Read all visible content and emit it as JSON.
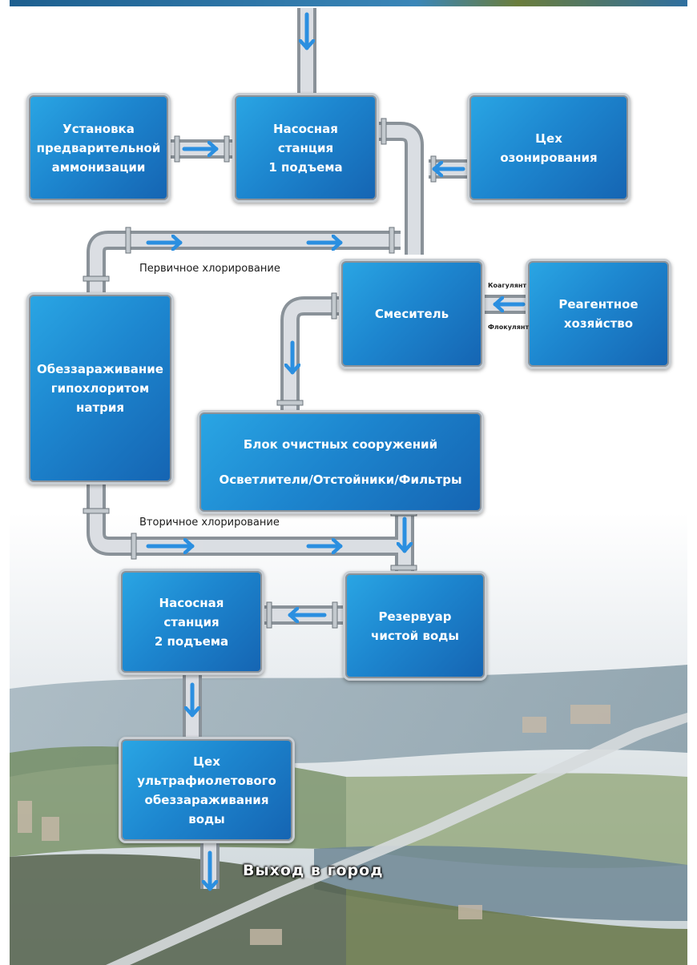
{
  "boxes": {
    "pre_ammonization": "Установка\nпредварительной\nаммонизации",
    "pump_station_1": "Насосная\nстанция\n1 подъема",
    "ozonation_shop": "Цех\nозонирования",
    "mixer": "Смеситель",
    "reagent_facility": "Реагентное\nхозяйство",
    "hypochlorite_disinfection": "Обеззараживание\nгипохлоритом\nнатрия",
    "treatment_block": "Блок очистных сооружений\n\nОсветлители/Отстойники/Фильтры",
    "clean_water_reservoir": "Резервуар\nчистой воды",
    "pump_station_2": "Насосная\nстанция\n2 подъема",
    "uv_shop": "Цех\nультрафиолетового\nобеззараживания\nводы"
  },
  "labels": {
    "primary_chlorination": "Первичное хлорирование",
    "secondary_chlorination": "Вторичное хлорирование",
    "coagulant": "Коагулянт",
    "flocculant": "Флокулянт",
    "exit_to_city": "Выход в город"
  },
  "colors": {
    "box_light": "#2aa6e4",
    "box_dark": "#1564b2",
    "arrow": "#2b8fe0",
    "pipe": "#b9bfc6"
  }
}
